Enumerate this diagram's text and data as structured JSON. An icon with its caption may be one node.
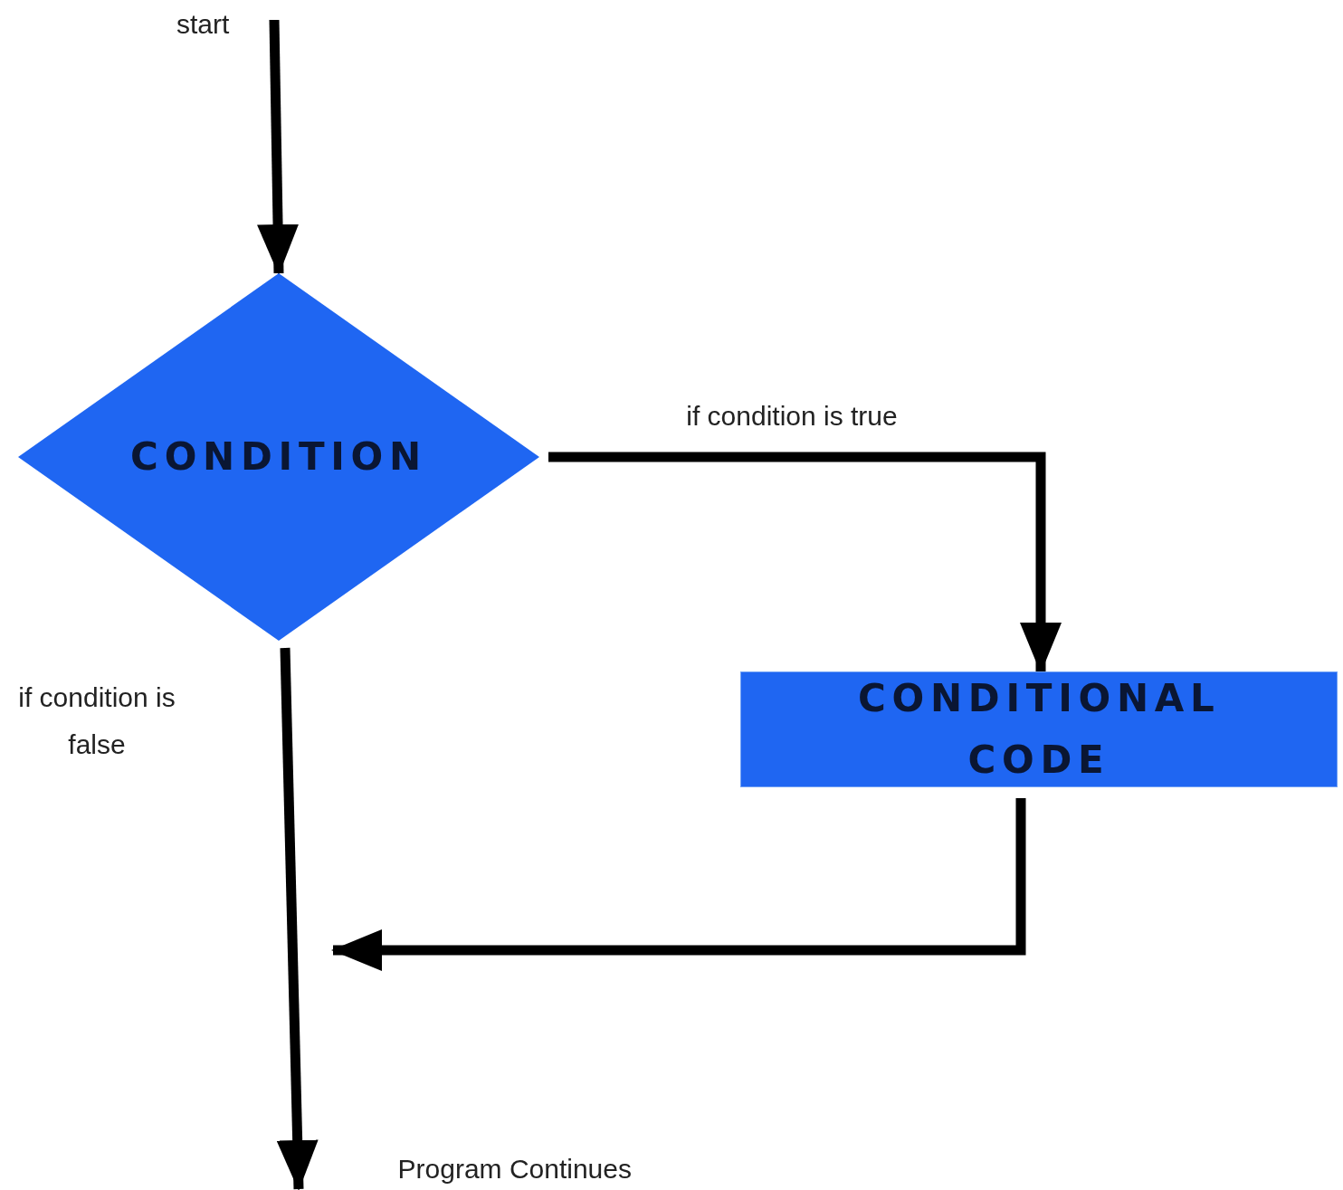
{
  "diagram": {
    "nodes": [
      {
        "text": [
          "start"
        ]
      },
      {
        "text": [
          "CONDITION"
        ]
      },
      {
        "text": [
          "CONDITIONAL CODE"
        ]
      },
      {
        "text": [
          "Program Continues"
        ]
      }
    ],
    "edges": [
      {
        "from": 0,
        "to": 1,
        "arrow": "to"
      },
      {
        "from": 1,
        "to": 2,
        "arrow": "to",
        "label": "if condition is true"
      },
      {
        "from": 1,
        "to": 3,
        "arrow": "to",
        "label": "if condition is false"
      },
      {
        "from": 2,
        "to": null,
        "arrow": "to"
      }
    ]
  }
}
